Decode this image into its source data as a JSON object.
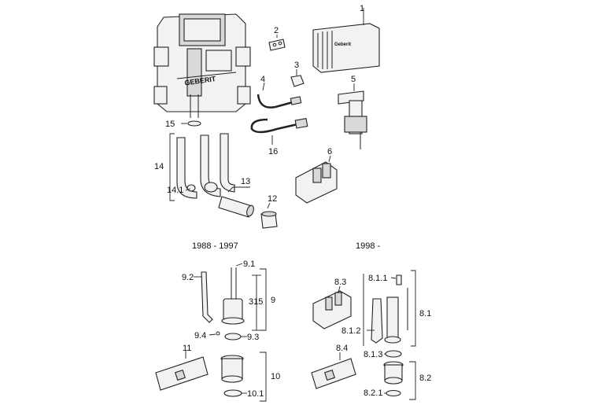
{
  "labels": {
    "l1": "1",
    "l2": "2",
    "l3": "3",
    "l4": "4",
    "l5": "5",
    "l6": "6",
    "l12": "12",
    "l13": "13",
    "l14": "14",
    "l14_1": "14.1",
    "l15": "15",
    "l16": "16",
    "l9": "9",
    "l9_1": "9.1",
    "l9_2": "9.2",
    "l9_3": "9.3",
    "l9_4": "9.4",
    "l315": "315",
    "l10": "10",
    "l10_1": "10.1",
    "l11": "11",
    "l8_1": "8.1",
    "l8_1_1": "8.1.1",
    "l8_1_2": "8.1.2",
    "l8_1_3": "8.1.3",
    "l8_2": "8.2",
    "l8_2_1": "8.2.1",
    "l8_3": "8.3",
    "l8_4": "8.4"
  },
  "headers": {
    "left_period": "1988 - 1997",
    "right_period": "1998 -"
  },
  "logos": {
    "cistern_brand": "GEBERIT",
    "plate_brand": "Geberit"
  }
}
